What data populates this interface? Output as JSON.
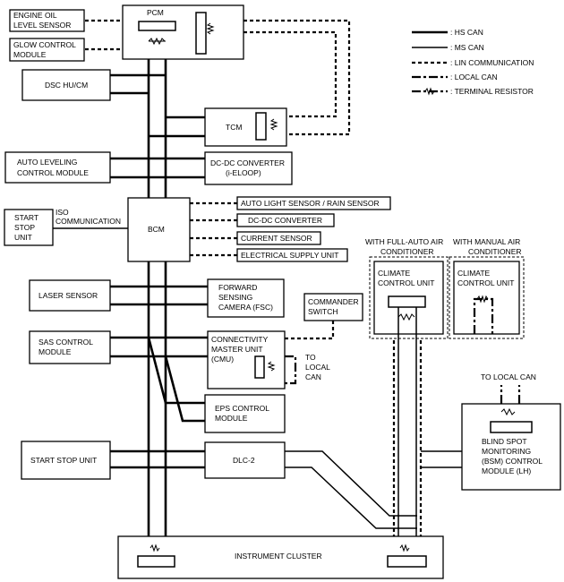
{
  "modules": {
    "pcm": "PCM",
    "engine_oil": [
      "ENGINE OIL",
      "LEVEL SENSOR"
    ],
    "glow": [
      "GLOW CONTROL",
      "MODULE"
    ],
    "dsc": "DSC HU/CM",
    "tcm": "TCM",
    "auto_leveling": [
      "AUTO LEVELING",
      "CONTROL MODULE"
    ],
    "dcdc_ieloop": [
      "DC-DC CONVERTER",
      "(i-ELOOP)"
    ],
    "start_stop_unit_left": [
      "START",
      "STOP",
      "UNIT"
    ],
    "iso_comm": [
      "ISO",
      "COMMUNICATION"
    ],
    "bcm": "BCM",
    "auto_light": "AUTO LIGHT SENSOR / RAIN SENSOR",
    "dcdc": "DC-DC CONVERTER",
    "current_sensor": "CURRENT SENSOR",
    "electrical_supply": "ELECTRICAL SUPPLY UNIT",
    "full_auto_heading": [
      "WITH FULL-AUTO AIR",
      "CONDITIONER"
    ],
    "manual_heading": [
      "WITH MANUAL AIR",
      "CONDITIONER"
    ],
    "climate_auto": [
      "CLIMATE",
      "CONTROL UNIT"
    ],
    "climate_manual": [
      "CLIMATE",
      "CONTROL UNIT"
    ],
    "laser": "LASER SENSOR",
    "fsc": [
      "FORWARD",
      "SENSING",
      "CAMERA (FSC)"
    ],
    "commander": [
      "COMMANDER",
      "SWITCH"
    ],
    "sas": [
      "SAS CONTROL",
      "MODULE"
    ],
    "cmu": [
      "CONNECTIVITY",
      "MASTER UNIT",
      "(CMU)"
    ],
    "to_local_can_cmu": [
      "TO",
      "LOCAL",
      "CAN"
    ],
    "to_local_can_bsm": "TO LOCAL CAN",
    "eps": [
      "EPS CONTROL",
      "MODULE"
    ],
    "bsm": [
      "BLIND SPOT",
      "MONITORING",
      "(BSM) CONTROL",
      "MODULE (LH)"
    ],
    "start_stop_unit_bottom": "START STOP UNIT",
    "dlc2": "DLC-2",
    "instrument_cluster": "INSTRUMENT CLUSTER"
  },
  "legend": [
    {
      "key": "hs",
      "label": ": HS CAN"
    },
    {
      "key": "ms",
      "label": ": MS CAN"
    },
    {
      "key": "lin",
      "label": ": LIN COMMUNICATION"
    },
    {
      "key": "loc",
      "label": ": LOCAL CAN"
    },
    {
      "key": "term",
      "label": ": TERMINAL RESISTOR"
    }
  ]
}
